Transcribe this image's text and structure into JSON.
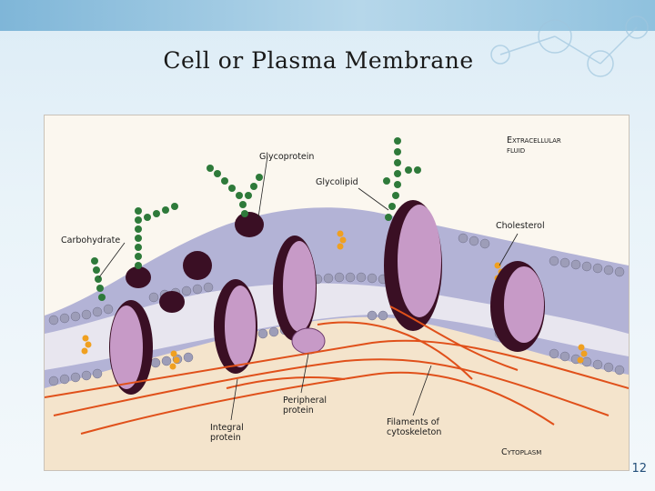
{
  "slide": {
    "title": "Cell or Plasma Membrane",
    "number": "12"
  },
  "diagram": {
    "labels": {
      "glycoprotein": "Glycoprotein",
      "glycolipid": "Glycolipid",
      "carbohydrate": "Carbohydrate",
      "cholesterol": "Cholesterol",
      "extracellular_fluid_line1": "Extracellular",
      "extracellular_fluid_line2": "fluid",
      "peripheral_protein_line1": "Peripheral",
      "peripheral_protein_line2": "protein",
      "integral_protein_line1": "Integral",
      "integral_protein_line2": "protein",
      "filaments_line1": "Filaments of",
      "filaments_line2": "cytoskeleton",
      "cytoplasm": "Cytoplasm"
    }
  },
  "colors": {
    "protein": "#c79ac7",
    "protein_dark": "#3a0f24",
    "head": "#a9a9bd",
    "membrane_top": "#a7a6cf",
    "cytoplasm": "#f3e3cc",
    "filament": "#e0501a",
    "cholesterol": "#f0a020",
    "carbohydrate": "#2e7a3a"
  }
}
